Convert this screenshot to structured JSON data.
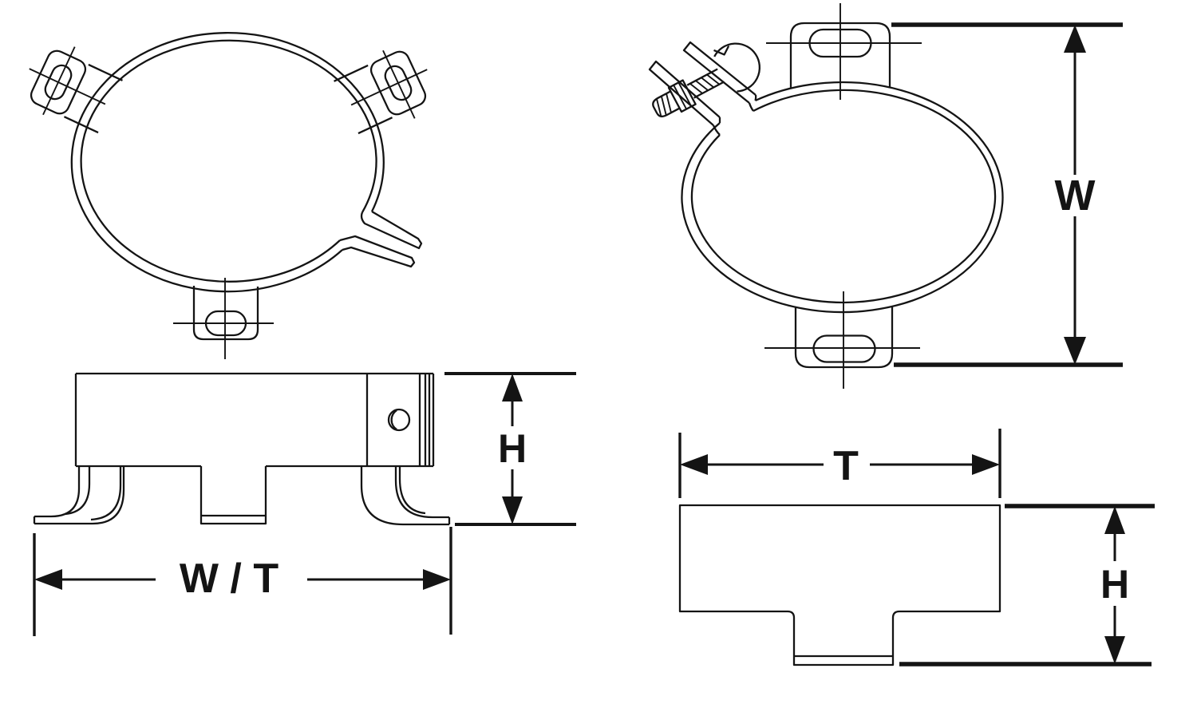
{
  "page": {
    "title": "Pipe clamp dimensional line drawing",
    "background": "#ffffff",
    "line_color": "#141414"
  },
  "views": {
    "top_left": {
      "name": "clamp plan view with three slotted mounting tabs and split tail"
    },
    "top_right": {
      "name": "clamp plan view with screw fastener and two slotted mounting tabs",
      "dimension_label": "W"
    },
    "bottom_left": {
      "name": "clamp side elevation with mounting feet",
      "height_label": "H",
      "width_label": "W / T"
    },
    "bottom_right": {
      "name": "clamp mounting-tab profile section",
      "thickness_label": "T",
      "height_label": "H"
    }
  }
}
